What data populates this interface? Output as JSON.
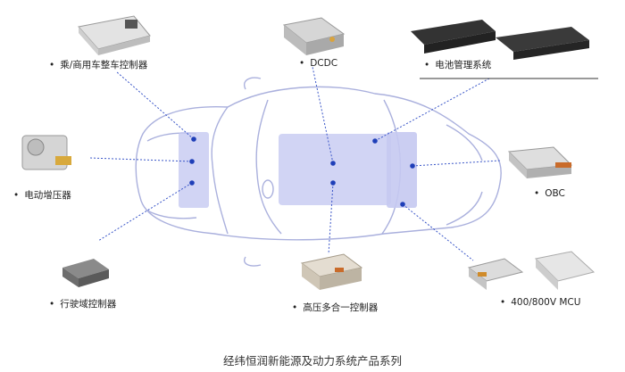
{
  "components": {
    "vcu": {
      "label": "乘/商用车整车控制器"
    },
    "dcdc": {
      "label": "DCDC"
    },
    "bms": {
      "label": "电池管理系统"
    },
    "booster": {
      "label": "电动增压器"
    },
    "obc": {
      "label": "OBC"
    },
    "domain": {
      "label": "行驶域控制器"
    },
    "hv": {
      "label": "高压多合一控制器"
    },
    "mcu": {
      "label": "400/800V MCU"
    }
  },
  "caption": "经纬恒润新能源及动力系统产品系列",
  "colors": {
    "outline": "#aab0dd",
    "highlight": "#c5c9f1",
    "dot": "#1f3fb8",
    "line": "#3a56c8"
  }
}
